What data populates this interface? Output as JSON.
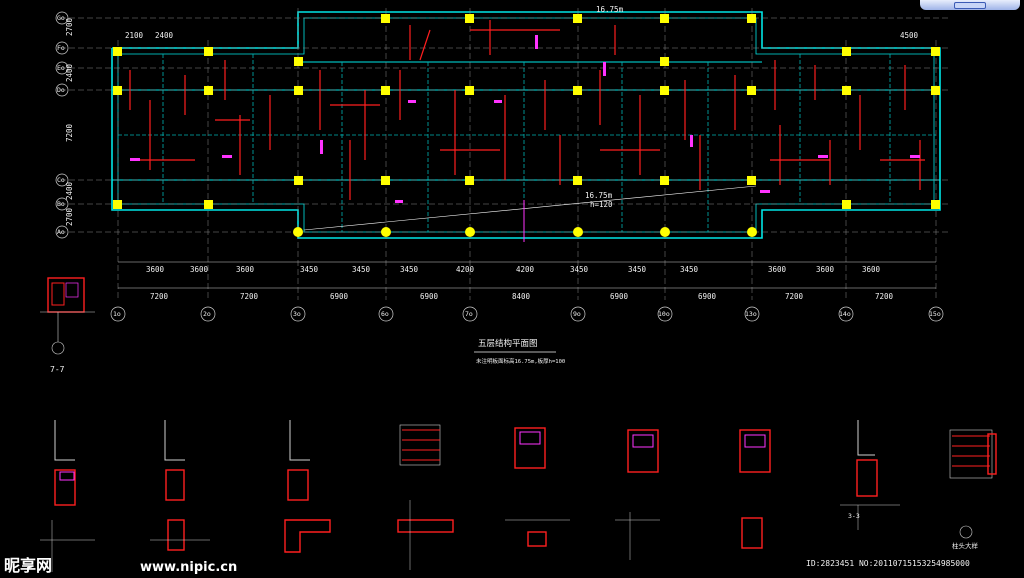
{
  "drawing": {
    "title": "五层结构平面图",
    "note": "未注明板面标高16.75m,板厚h=100",
    "elevation_note": "16.75m",
    "slab_note": "h=120"
  },
  "bottom_dims": [
    "3600",
    "3600",
    "3600",
    "3450",
    "3450",
    "3450",
    "4200",
    "4200",
    "3450",
    "3450",
    "3450",
    "3600",
    "3600",
    "3600"
  ],
  "axis_dims": [
    "7200",
    "7200",
    "6900",
    "6900",
    "8400",
    "6900",
    "6900",
    "7200",
    "7200"
  ],
  "axis_labels": [
    "1o",
    "2o",
    "3o",
    "6o",
    "7o",
    "9o",
    "10o",
    "13o",
    "14o",
    "15o"
  ],
  "top_dims": [
    "2100",
    "2400",
    "4500"
  ],
  "row_labels": [
    "Go",
    "Fo",
    "Eo",
    "Do",
    "Co",
    "Bo",
    "Ao"
  ],
  "row_dims": [
    "2700",
    "2400",
    "7200",
    "2400",
    "2700"
  ],
  "top_elev": "16.75m",
  "section_labels": {
    "s77": "7-7",
    "s33": "3-3",
    "s_end": "柱头大样"
  },
  "watermark": {
    "brand": "昵享网",
    "site": "www.nipic.cn",
    "id": "ID:2823451 NO:20110715153254985000"
  },
  "colors": {
    "wall": "#00e6e6",
    "column": "#ffff00",
    "rebar": "#ff1f1f",
    "label": "#ff33ff",
    "text": "#f2f2f2"
  }
}
